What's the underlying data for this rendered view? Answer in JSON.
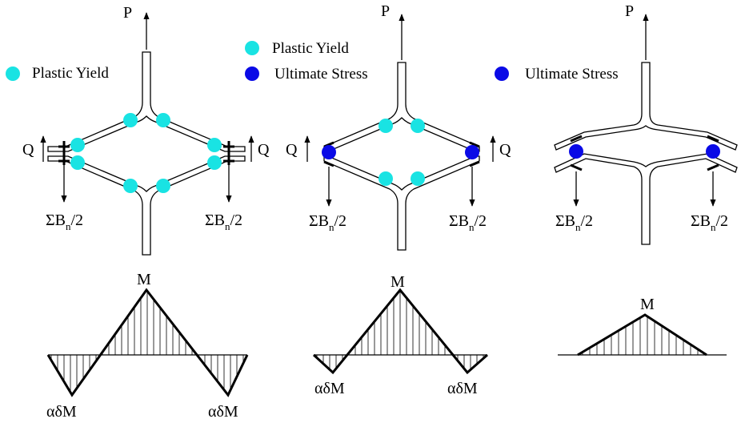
{
  "colors": {
    "plastic_yield": "#19e3e3",
    "ultimate_stress": "#0a0ae6",
    "line": "#000000",
    "background": "#ffffff"
  },
  "legend": {
    "plastic_yield": "Plastic Yield",
    "ultimate_stress": "Ultimate Stress"
  },
  "labels": {
    "load_p": "P",
    "load_q": "Q",
    "sigma": "ΣB",
    "sigma_sub": "n",
    "sigma_tail": "/2",
    "moment": "M",
    "moment_reduced": "αδM"
  }
}
